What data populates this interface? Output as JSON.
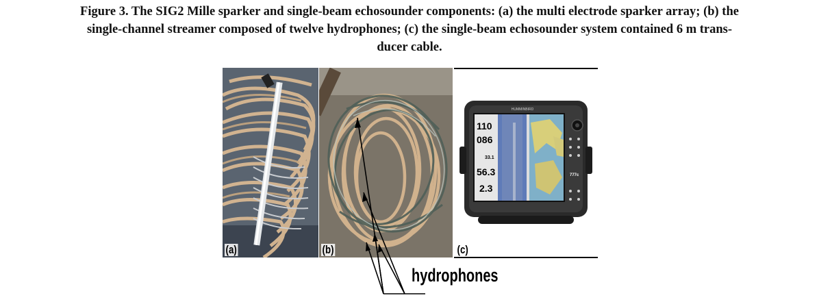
{
  "caption": {
    "line1": "Figure 3. The SIG2 Mille sparker and single-beam echosounder components: (a) the multi electrode sparker array; (b) the",
    "line2": "single-channel streamer composed of twelve hydrophones; (c) the single-beam echosounder system contained 6 m trans-",
    "line3": "ducer cable."
  },
  "figure": {
    "panels": [
      {
        "label": "(a)"
      },
      {
        "label": "(b)"
      },
      {
        "label": "(c)"
      }
    ],
    "annotation": "hydrophones",
    "device": {
      "brand": "HUMMINBIRD",
      "readouts": [
        "110",
        "086",
        "33.1",
        "56.3",
        "2.3"
      ],
      "side_text": "777c"
    }
  },
  "colors": {
    "cable": "#d8b892",
    "streamer": "#6d7a70",
    "screen_blue": "#5f7bb8",
    "device_body": "#2a2a2a"
  }
}
